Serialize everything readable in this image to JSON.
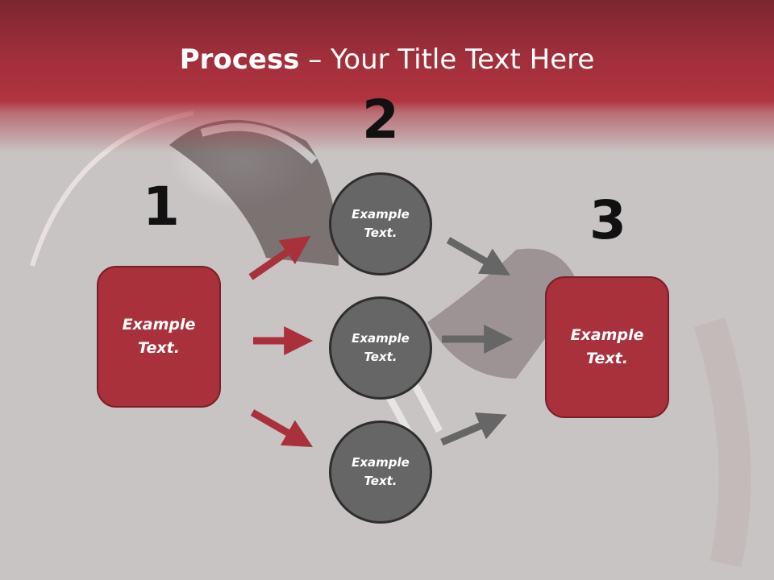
{
  "title": {
    "bold": "Process",
    "rest": " – Your Title Text Here"
  },
  "steps": {
    "one": {
      "number": "1",
      "text": "Example Text."
    },
    "two": {
      "number": "2",
      "items": [
        "Example Text.",
        "Example Text.",
        "Example Text."
      ]
    },
    "three": {
      "number": "3",
      "text": "Example Text."
    }
  },
  "colors": {
    "accent_red": "#a8313c",
    "circle_gray": "#666666",
    "arrow_red": "#a8313c",
    "arrow_gray": "#666666"
  }
}
